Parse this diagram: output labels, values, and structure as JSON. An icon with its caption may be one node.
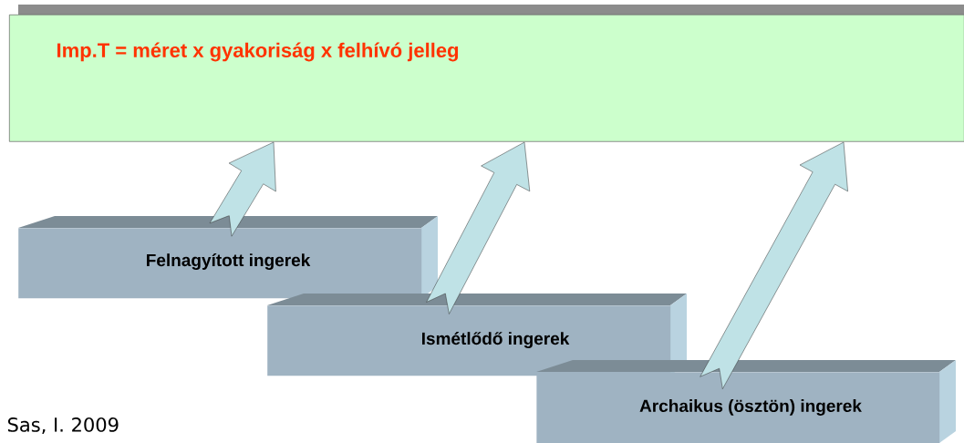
{
  "diagram": {
    "nodes": [
      {
        "text": [
          "Imp.T = méret x gyakoriság x felhívó jelleg"
        ]
      },
      {
        "text": [
          "Felnagyított ingerek"
        ]
      },
      {
        "text": [
          "Ismétlődő ingerek"
        ]
      },
      {
        "text": [
          "Archaikus (ösztön) ingerek"
        ]
      }
    ],
    "edges": [
      {
        "from": 1,
        "to": 0,
        "arrow": "to"
      },
      {
        "from": 2,
        "to": 0,
        "arrow": "to"
      },
      {
        "from": 3,
        "to": 0,
        "arrow": "to"
      }
    ],
    "labels": [
      "Sas, I. 2009"
    ]
  }
}
